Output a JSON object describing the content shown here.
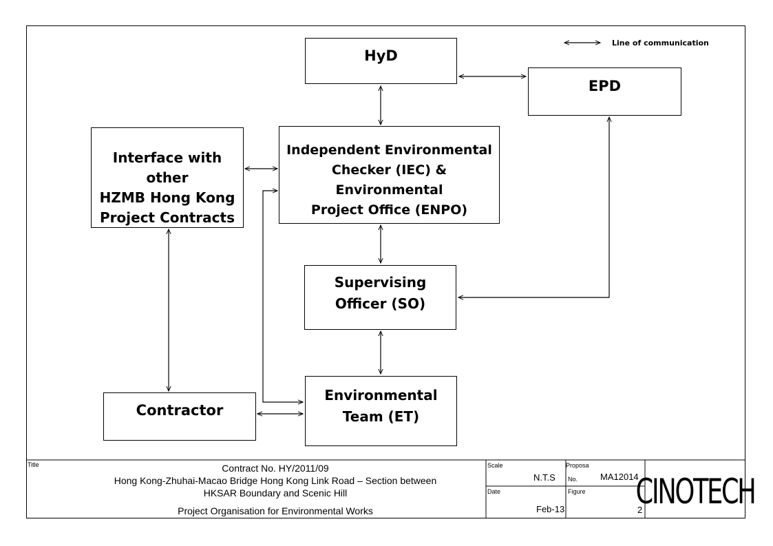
{
  "legend": {
    "label": "Line of communication"
  },
  "nodes": {
    "hyd": "HyD",
    "epd": "EPD",
    "interface": "Interface with other\nHZMB Hong Kong\nProject Contracts",
    "iec": "Independent Environmental\nChecker (IEC) & Environmental\nProject Office (ENPO)",
    "so": "Supervising\nOfficer (SO)",
    "contractor": "Contractor",
    "et": "Environmental\nTeam (ET)"
  },
  "title_block": {
    "title_caption": "Title",
    "title_line1": "Contract  No. HY/2011/09",
    "title_line2": "Hong Kong-Zhuhai-Macao Bridge Hong Kong Link Road – Section between",
    "title_line3": "HKSAR Boundary and Scenic Hill",
    "title_line4": "Project Organisation for Environmental Works",
    "scale_caption": "Scale",
    "scale_value": "N.T.S",
    "proposal_caption": "Proposa",
    "proposal_no_caption": "No.",
    "proposal_value": "MA12014",
    "date_caption": "Date",
    "date_value": "Feb-13",
    "figure_caption": "Figure",
    "figure_value": "2",
    "logo_text": "CINOTECH"
  }
}
